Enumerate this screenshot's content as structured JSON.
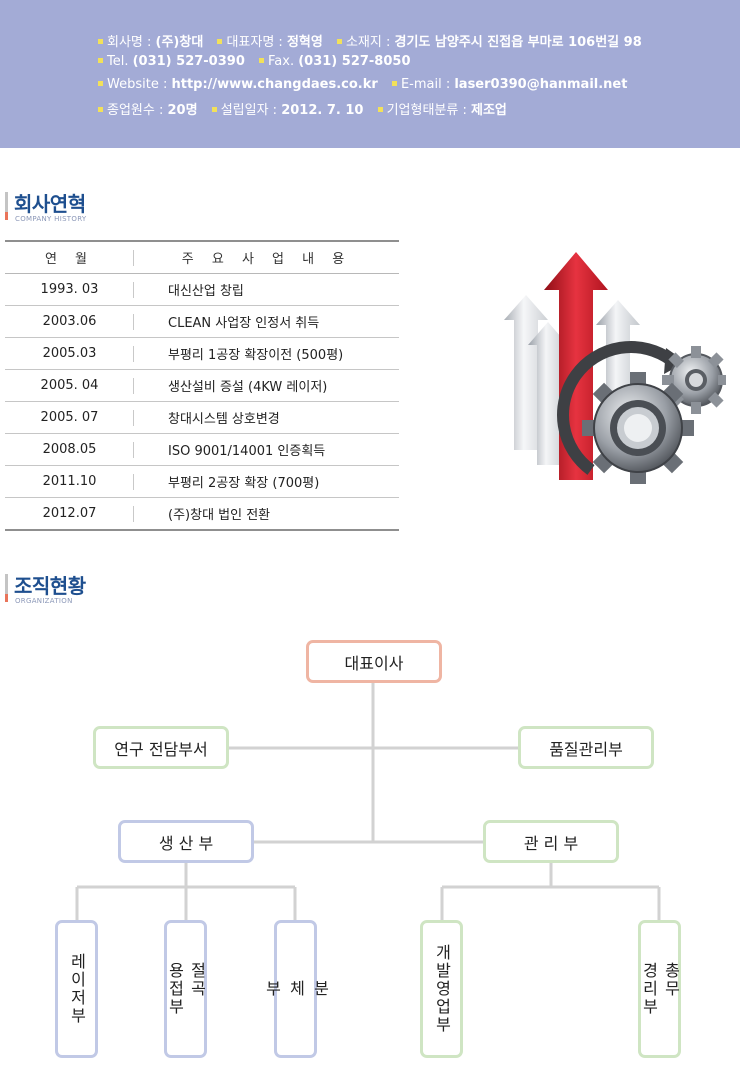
{
  "company_info": {
    "lines": [
      [
        {
          "label": "회사명 : ",
          "value": "(주)창대"
        },
        {
          "label": "대표자명 : ",
          "value": "정혁영"
        },
        {
          "label": "소재지 : ",
          "value": "경기도 남양주시 진접읍 부마로 106번길 98"
        }
      ],
      [
        {
          "label": "Tel. ",
          "value": "(031) 527-0390"
        },
        {
          "label": "Fax. ",
          "value": "(031) 527-8050"
        }
      ],
      [
        {
          "label": "Website : ",
          "value": "http://www.changdaes.co.kr"
        },
        {
          "label": "E-mail : ",
          "value": "laser0390@hanmail.net"
        }
      ],
      [
        {
          "label": "종업원수 : ",
          "value": "20명"
        },
        {
          "label": "설립일자 : ",
          "value": "2012. 7. 10"
        },
        {
          "label": "기업형태분류 : ",
          "value": "제조업"
        }
      ]
    ]
  },
  "history_section": {
    "title": "회사연혁",
    "subtitle": "COMPANY HISTORY",
    "columns": {
      "date": "연 월",
      "desc": "주 요 사 업 내 용"
    },
    "rows": [
      {
        "date": "1993. 03",
        "desc": "대신산업 창립"
      },
      {
        "date": "2003.06",
        "desc": "CLEAN 사업장 인정서 취득"
      },
      {
        "date": "2005.03",
        "desc": "부평리 1공장 확장이전 (500평)"
      },
      {
        "date": "2005. 04",
        "desc": "생산설비 증설 (4KW 레이저)"
      },
      {
        "date": "2005. 07",
        "desc": "창대시스템 상호변경"
      },
      {
        "date": "2008.05",
        "desc": "ISO 9001/14001 인증획득"
      },
      {
        "date": "2011.10",
        "desc": "부평리 2공장 확장 (700평)"
      },
      {
        "date": "2012.07",
        "desc": "(주)창대 법인 전환"
      }
    ]
  },
  "org_section": {
    "title": "조직현황",
    "subtitle": "ORGANIZATION",
    "ceo": "대표이사",
    "research": "연구 전담부서",
    "quality": "품질관리부",
    "production": "생 산 부",
    "management": "관 리 부",
    "laser": "레이저부",
    "cutting": "절곡\n용접부",
    "separation": "분\n체\n부",
    "sales": "개발영업부",
    "general": "총무\n경리부"
  }
}
